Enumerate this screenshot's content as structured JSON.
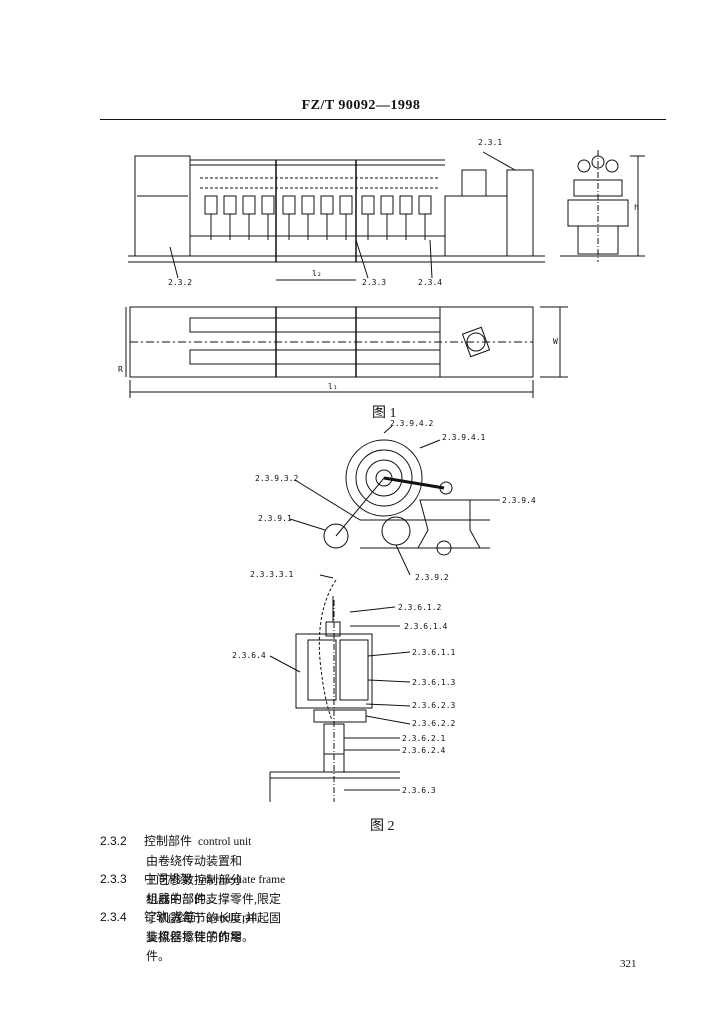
{
  "header": {
    "standard": "FZ/T 90092—1998"
  },
  "figure1": {
    "caption": "图 1",
    "labels": {
      "control_unit_top": "2.3.1",
      "control_unit": "2.3.2",
      "intermediate_frame": "2.3.3",
      "spindle_rail": "2.3.4",
      "l2": "l₂",
      "l1": "l₁",
      "h": "h",
      "w": "W",
      "r": "R"
    }
  },
  "figure2": {
    "caption": "图 2",
    "labels": {
      "a": "2.3.9.4.2",
      "b": "2.3.9.4.1",
      "c": "2.3.9.3.2",
      "d": "2.3.9.4",
      "e": "2.3.9.1",
      "f": "2.3.9.2",
      "g": "2.3.3.3.1",
      "h": "2.3.6.1.2",
      "i": "2.3.6.1.4",
      "j": "2.3.6.4",
      "k": "2.3.6.1.1",
      "l": "2.3.6.1.3",
      "m": "2.3.6.2.3",
      "n": "2.3.6.2.2",
      "o": "2.3.6.2.1",
      "p": "2.3.6.2.4",
      "q": "2.3.6.3"
    }
  },
  "definitions": [
    {
      "num": "2.3.2",
      "term": "控制部件",
      "en": "control unit",
      "text": "由卷绕传动装置和工艺参数控制部分组成的部件。"
    },
    {
      "num": "2.3.3",
      "term": "中间机架",
      "en": "intermediate frame",
      "text": "机器中部的支撑零件,限定了机器每节的长度,并起固装机器零件的作用。"
    },
    {
      "num": "2.3.4",
      "term": "锭轨(龙筋)",
      "en": "spindle rail",
      "text": "支撑倍捻锭子的零件。"
    }
  ],
  "page_number": "321"
}
